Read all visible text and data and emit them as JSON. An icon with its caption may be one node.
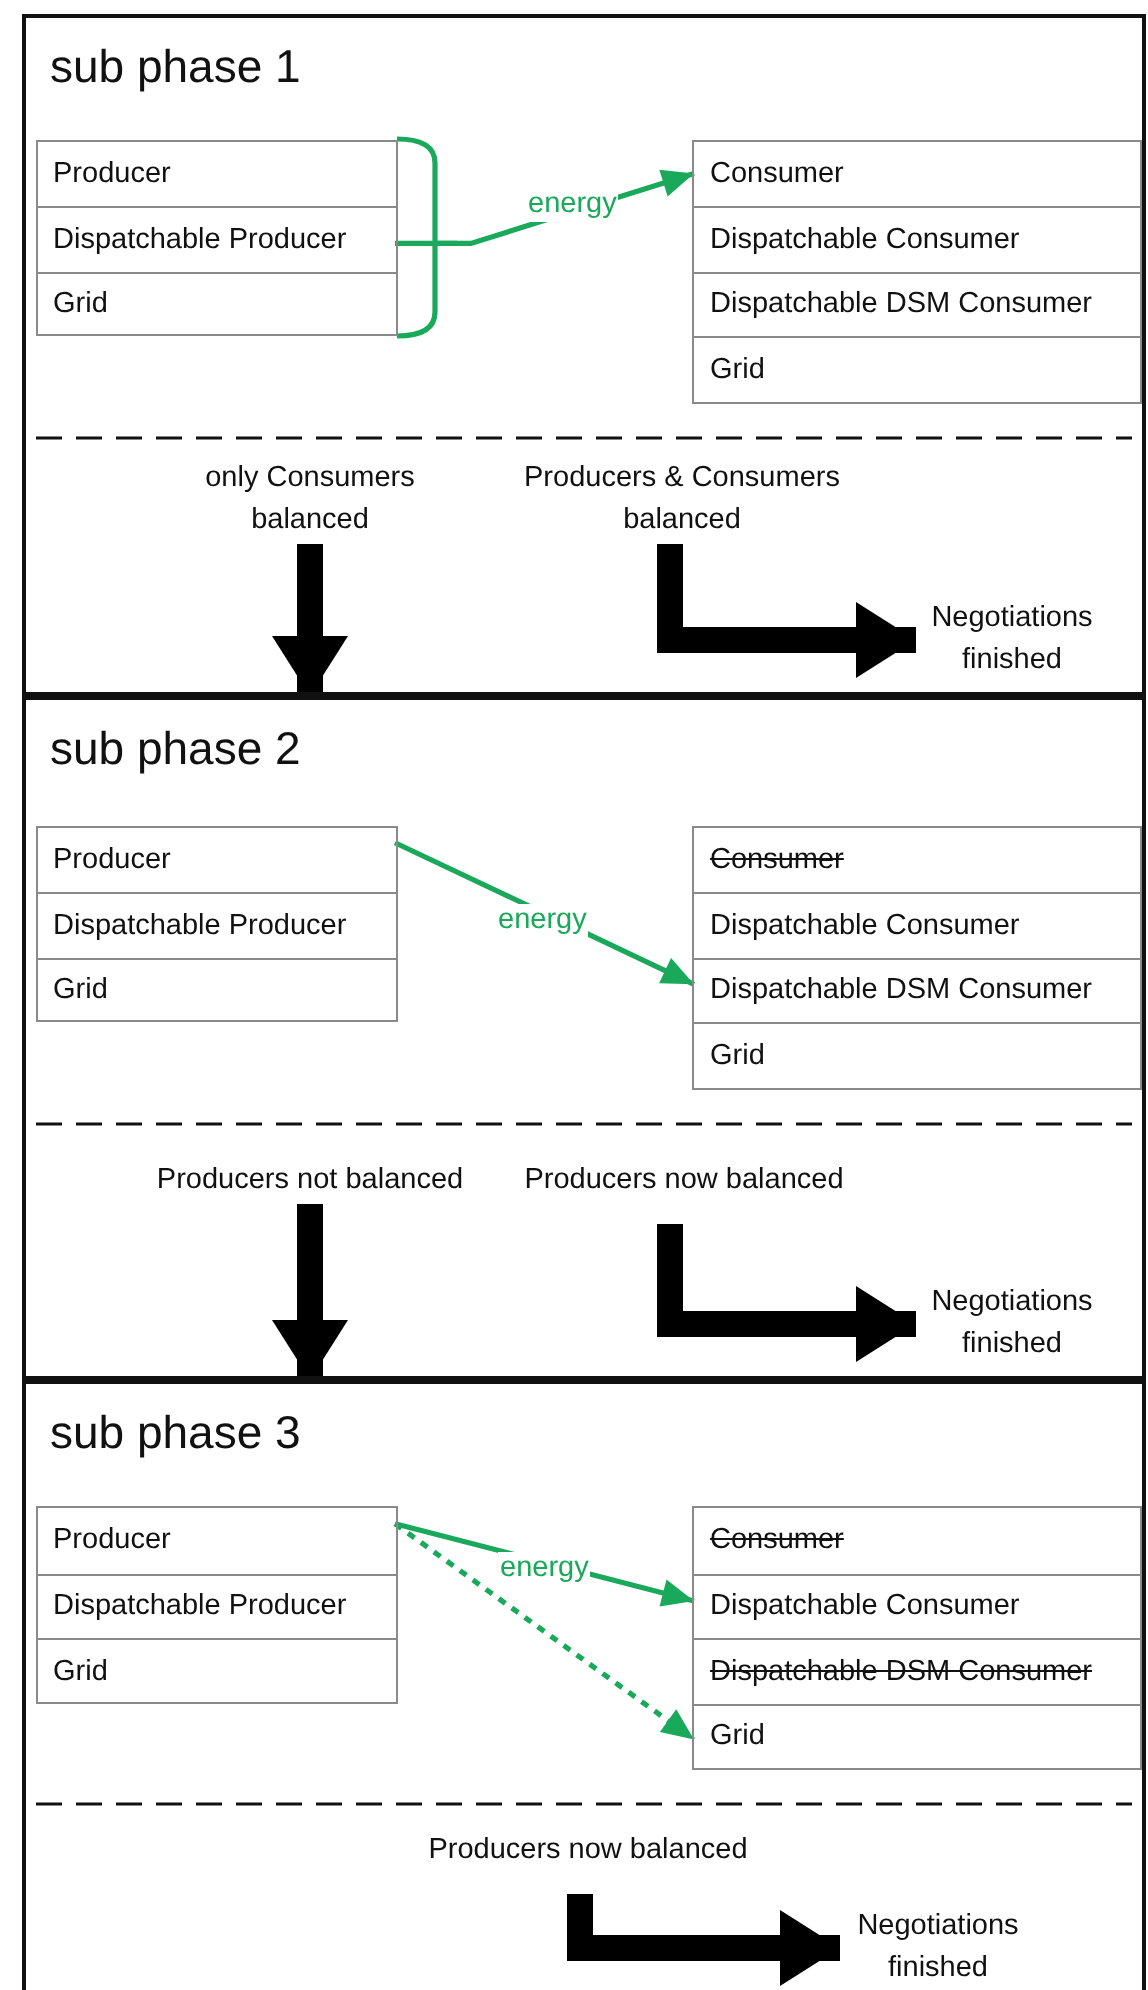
{
  "diagram": {
    "nodes": [
      {
        "text": [
          "sub phase 1"
        ]
      },
      {
        "text": [],
        "shape": "box",
        "in": 0
      },
      {
        "text": [
          "Producer"
        ],
        "in": 1
      },
      {
        "text": [
          "Dispatchable Producer"
        ],
        "in": 1
      },
      {
        "text": [
          "Grid"
        ],
        "in": 1
      },
      {
        "text": [],
        "shape": "box",
        "in": 0
      },
      {
        "text": [
          "Consumer"
        ],
        "in": 5
      },
      {
        "text": [
          "Dispatchable Consumer"
        ],
        "in": 5
      },
      {
        "text": [
          "Dispatchable DSM Consumer"
        ],
        "in": 5
      },
      {
        "text": [
          "Grid"
        ],
        "in": 5
      },
      {
        "text": [
          "only Consumers balanced"
        ],
        "in": 0
      },
      {
        "text": [
          "Producers & Consumers balanced"
        ],
        "in": 0
      },
      {
        "text": [
          "Negotiations finished"
        ],
        "in": 0
      },
      {
        "text": [
          "sub phase 2"
        ]
      },
      {
        "text": [],
        "shape": "box",
        "in": 13
      },
      {
        "text": [
          "Producer"
        ],
        "in": 14
      },
      {
        "text": [
          "Dispatchable Producer"
        ],
        "in": 14
      },
      {
        "text": [
          "Grid"
        ],
        "in": 14
      },
      {
        "text": [],
        "shape": "box",
        "in": 13
      },
      {
        "text": [
          "Consumer"
        ],
        "in": 18
      },
      {
        "text": [
          "Dispatchable Consumer"
        ],
        "in": 18
      },
      {
        "text": [
          "Dispatchable DSM Consumer"
        ],
        "in": 18
      },
      {
        "text": [
          "Grid"
        ],
        "in": 18
      },
      {
        "text": [
          "Producers not balanced"
        ],
        "in": 13
      },
      {
        "text": [
          "Producers now balanced"
        ],
        "in": 13
      },
      {
        "text": [
          "Negotiations finished"
        ],
        "in": 13
      },
      {
        "text": [
          "sub phase 3"
        ]
      },
      {
        "text": [],
        "shape": "box",
        "in": 26
      },
      {
        "text": [
          "Producer"
        ],
        "in": 27
      },
      {
        "text": [
          "Dispatchable Producer"
        ],
        "in": 27
      },
      {
        "text": [
          "Grid"
        ],
        "in": 27
      },
      {
        "text": [],
        "shape": "box",
        "in": 26
      },
      {
        "text": [
          "Consumer"
        ],
        "in": 31
      },
      {
        "text": [
          "Dispatchable Consumer"
        ],
        "in": 31
      },
      {
        "text": [
          "Dispatchable DSM Consumer"
        ],
        "in": 31
      },
      {
        "text": [
          "Grid"
        ],
        "in": 31
      },
      {
        "text": [
          "Producers now balanced"
        ],
        "in": 26
      },
      {
        "text": [
          "Negotiations finished"
        ],
        "in": 26
      }
    ],
    "edges": [
      {
        "from": 1,
        "to": 6,
        "arrow": "to",
        "label": "energy",
        "color": "#1aa85a"
      },
      {
        "from": 10,
        "to": 13,
        "arrow": "to"
      },
      {
        "from": 11,
        "to": 12,
        "arrow": "to"
      },
      {
        "from": 14,
        "to": 21,
        "arrow": "to",
        "label": "energy",
        "color": "#1aa85a"
      },
      {
        "from": 23,
        "to": 26,
        "arrow": "to"
      },
      {
        "from": 24,
        "to": 25,
        "arrow": "to"
      },
      {
        "from": 27,
        "to": 33,
        "arrow": "to",
        "label": "energy",
        "color": "#1aa85a"
      },
      {
        "from": 27,
        "to": 35,
        "arrow": "to",
        "style": "dashed",
        "color": "#1aa85a"
      },
      {
        "from": 36,
        "to": 37,
        "arrow": "to"
      }
    ]
  }
}
